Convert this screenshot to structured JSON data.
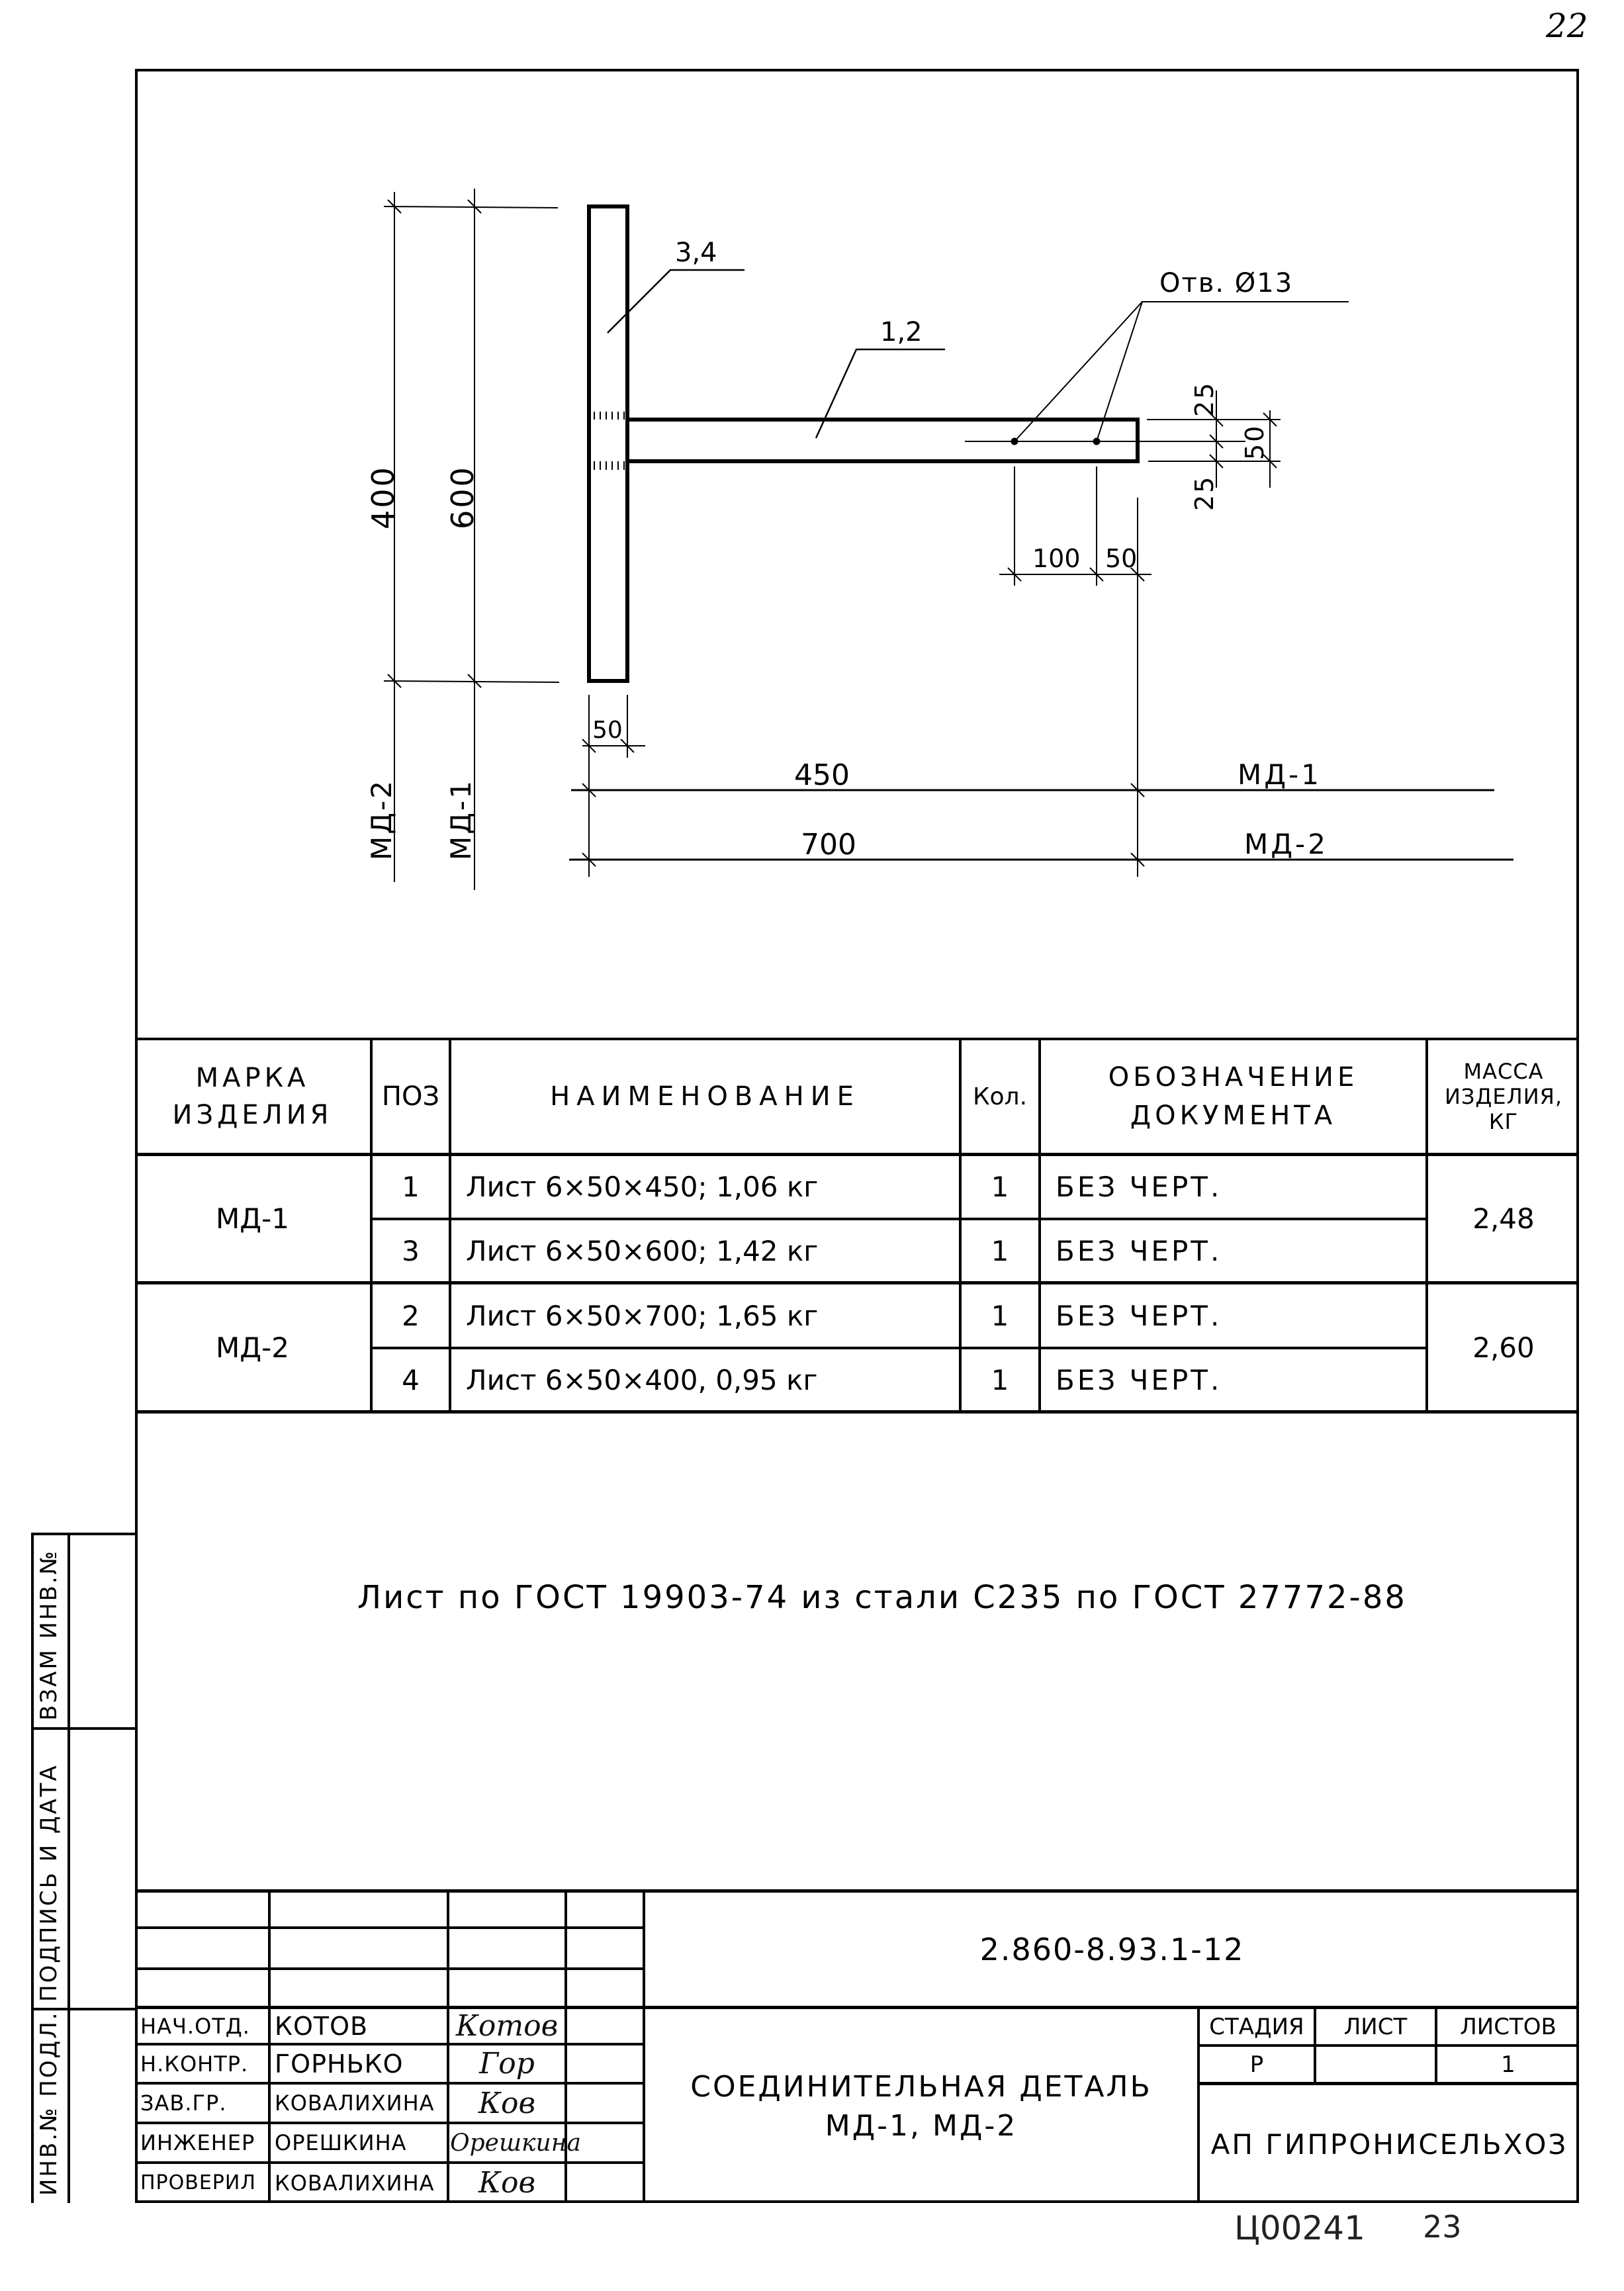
{
  "page_number": "22",
  "drawing": {
    "leader_vertical_plate": "3,4",
    "leader_horizontal_plate": "1,2",
    "holes_note": "Отв. Ø13",
    "dim_400": "400",
    "dim_600": "600",
    "dim_25_top": "25",
    "dim_25_bottom": "25",
    "dim_50_right": "50",
    "dim_100": "100",
    "dim_50_holes": "50",
    "dim_50_plate": "50",
    "dim_450": "450",
    "dim_700": "700",
    "mark_md1_h": "МД-1",
    "mark_md2_h": "МД-2",
    "mark_md2_v": "МД-2",
    "mark_md1_v": "МД-1"
  },
  "spec_table": {
    "headers": {
      "mark_line1": "МАРКА",
      "mark_line2": "ИЗДЕЛИЯ",
      "pos": "ПОЗ",
      "name": "НАИМЕНОВАНИЕ",
      "qty": "Кол.",
      "doc_line1": "ОБОЗНАЧЕНИЕ",
      "doc_line2": "ДОКУМЕНТА",
      "mass_line1": "МАССА",
      "mass_line2": "ИЗДЕЛИЯ,",
      "mass_line3": "КГ"
    },
    "groups": [
      {
        "mark": "МД-1",
        "mass": "2,48",
        "rows": [
          {
            "pos": "1",
            "name": "Лист 6×50×450; 1,06 кг",
            "qty": "1",
            "doc": "БЕЗ ЧЕРТ."
          },
          {
            "pos": "3",
            "name": "Лист 6×50×600; 1,42 кг",
            "qty": "1",
            "doc": "БЕЗ ЧЕРТ."
          }
        ]
      },
      {
        "mark": "МД-2",
        "mass": "2,60",
        "rows": [
          {
            "pos": "2",
            "name": "Лист 6×50×700; 1,65 кг",
            "qty": "1",
            "doc": "БЕЗ ЧЕРТ."
          },
          {
            "pos": "4",
            "name": "Лист 6×50×400, 0,95 кг",
            "qty": "1",
            "doc": "БЕЗ ЧЕРТ."
          }
        ]
      }
    ]
  },
  "note": "Лист по ГОСТ 19903-74 из стали С235 по ГОСТ 27772-88",
  "side_strip": {
    "top": "ВЗАМ ИНВ.№",
    "middle": "ПОДПИСЬ И ДАТА",
    "bottom": "ИНВ.№ ПОДЛ."
  },
  "title_block": {
    "doc_code": "2.860-8.93.1-12",
    "title_line1": "СОЕДИНИТЕЛЬНАЯ ДЕТАЛЬ",
    "title_line2": "МД-1, МД-2",
    "stage_header": "СТАДИЯ",
    "sheet_header": "ЛИСТ",
    "sheets_header": "ЛИСТОВ",
    "stage_value": "Р",
    "sheet_value": "",
    "sheets_value": "1",
    "organization": "АП ГИПРОНИСЕЛЬХОЗ",
    "signatories": [
      {
        "role": "НАЧ.ОТД.",
        "name": "КОТОВ",
        "signature": "Котов"
      },
      {
        "role": "Н.КОНТР.",
        "name": "ГОРНЬКО",
        "signature": "Гор"
      },
      {
        "role": "ЗАВ.ГР.",
        "name": "КОВАЛИХИНА",
        "signature": "Ков"
      },
      {
        "role": "ИНЖЕНЕР",
        "name": "ОРЕШКИНА",
        "signature": "Орешкина"
      },
      {
        "role": "ПРОВЕРИЛ",
        "name": "КОВАЛИХИНА",
        "signature": "Ков"
      }
    ]
  },
  "archive_stamp": {
    "number": "Ц00241",
    "suffix": "23"
  }
}
